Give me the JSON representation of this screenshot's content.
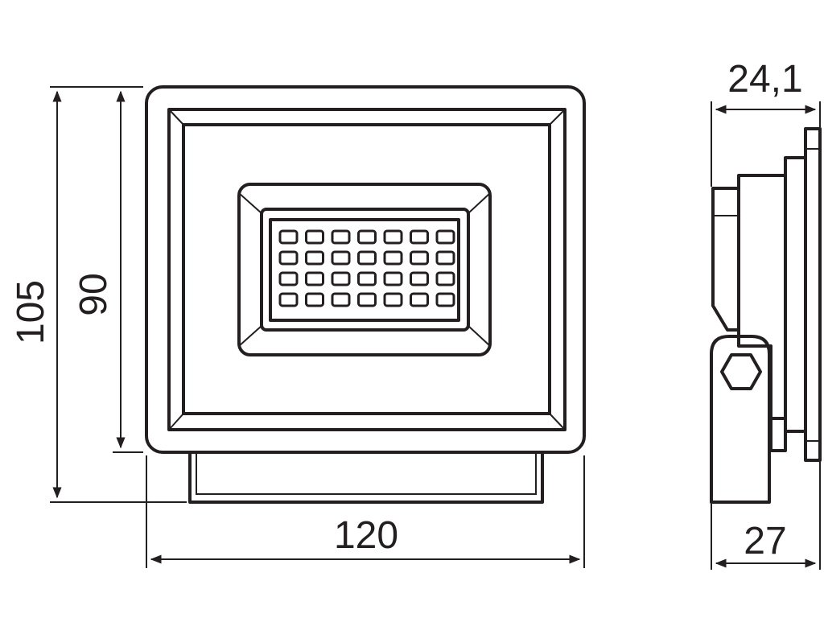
{
  "diagram": {
    "ink_color": "#231f20",
    "led_grid": {
      "rows": 4,
      "cols": 7
    },
    "dimensions": {
      "total_height": "105",
      "frame_height": "90",
      "width": "120",
      "side_depth_top": "24,1",
      "side_depth_bottom": "27"
    }
  }
}
